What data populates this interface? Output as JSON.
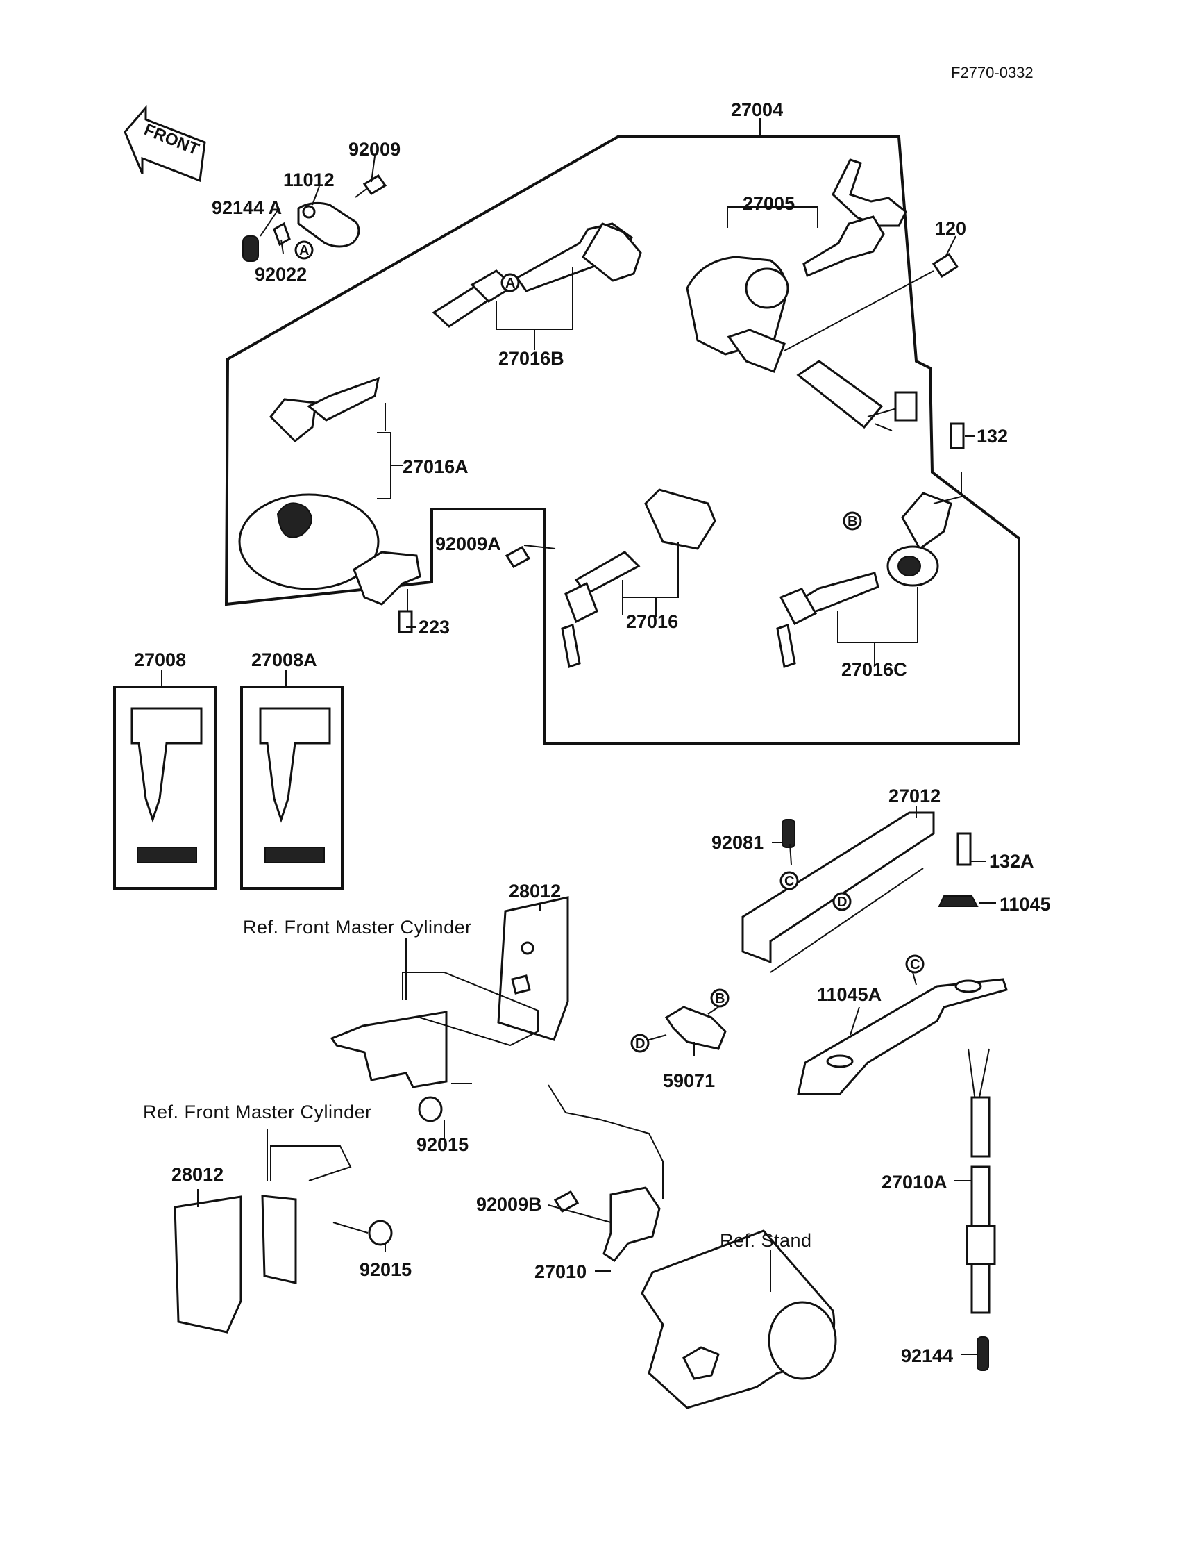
{
  "drawing_code": "F2770-0332",
  "front_label": "FRONT",
  "parts": {
    "p27004": "27004",
    "p27005": "27005",
    "p92009": "92009",
    "p11012": "11012",
    "p92144A": "92144 A",
    "p92022": "92022",
    "p120": "120",
    "p27016B": "27016B",
    "p27016A": "27016A",
    "p132": "132",
    "p92009A": "92009A",
    "p223": "223",
    "p27016": "27016",
    "p27016C": "27016C",
    "p27008": "27008",
    "p27008A": "27008A",
    "p27012": "27012",
    "p92081": "92081",
    "p132A": "132A",
    "p11045": "11045",
    "p28012_top": "28012",
    "p11045A": "11045A",
    "p59071": "59071",
    "p92015_top": "92015",
    "p28012_bot": "28012",
    "p92015_bot": "92015",
    "p92009B": "92009B",
    "p27010": "27010",
    "p27010A": "27010A",
    "p92144": "92144"
  },
  "references": {
    "front_master_cylinder_top": "Ref. Front Master Cylinder",
    "front_master_cylinder_bottom": "Ref. Front Master Cylinder",
    "stand": "Ref. Stand"
  },
  "callouts": {
    "a1": "A",
    "a2": "A",
    "b1": "B",
    "b2": "B",
    "c1": "C",
    "c2": "C",
    "d1": "D",
    "d2": "D"
  }
}
